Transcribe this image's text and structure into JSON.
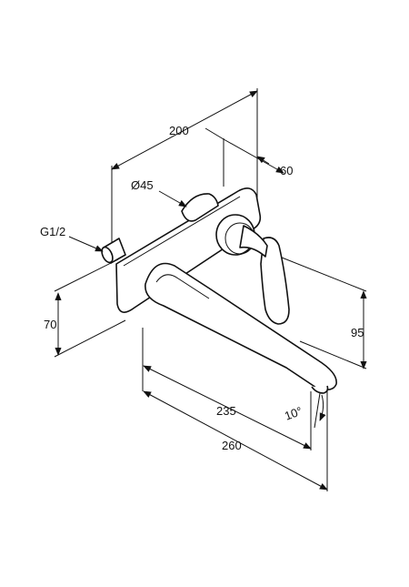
{
  "dimensions": {
    "width_total": "200",
    "depth_handle": "60",
    "rosette_diameter": "Ø45",
    "connection": "G1/2",
    "height_left": "70",
    "height_right": "95",
    "spout_reach_inner": "235",
    "spout_reach_outer": "260",
    "angle": "10°"
  },
  "colors": {
    "line": "#111111",
    "background": "#ffffff"
  }
}
